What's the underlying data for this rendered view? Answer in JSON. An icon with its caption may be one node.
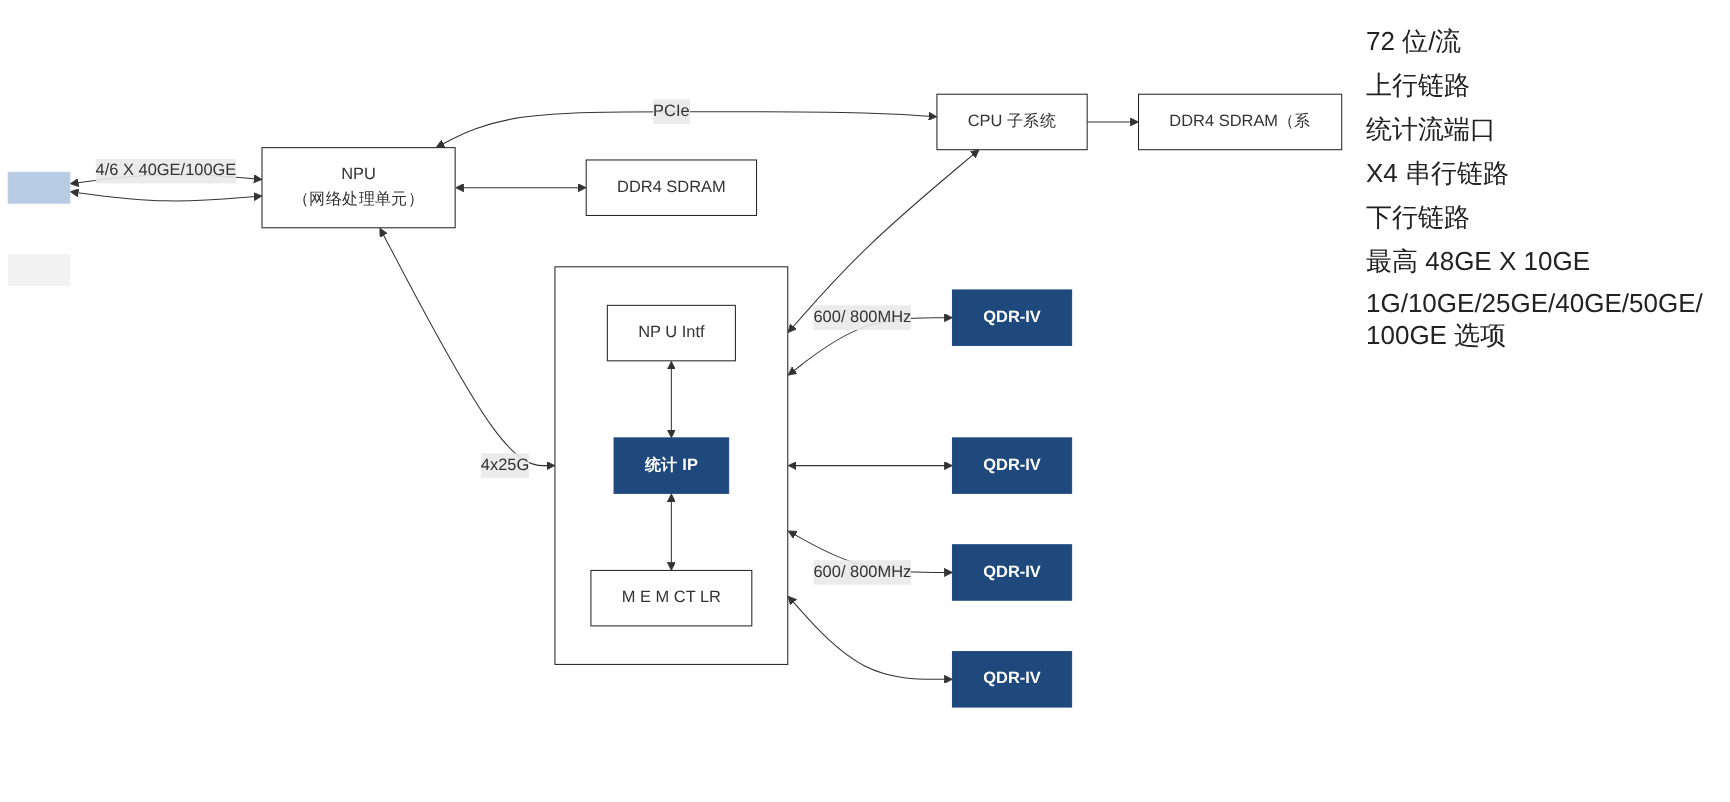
{
  "diagram": {
    "nodes": [
      {
        "text": [],
        "shape": "bar"
      },
      {
        "text": [
          "CPU 子系统"
        ]
      },
      {
        "text": [
          "DDR4 SDRAM（系"
        ]
      },
      {
        "text": [
          "NPU",
          "（网络处理单元）"
        ]
      },
      {
        "text": [
          "DDR4 SDRAM"
        ]
      },
      {
        "text": [],
        "shape": "box"
      },
      {
        "text": [
          "NP U Intf"
        ],
        "in": 5
      },
      {
        "text": [
          "统计 IP"
        ],
        "in": 5
      },
      {
        "text": [
          "M E M CT LR"
        ],
        "in": 5
      },
      {
        "text": [
          "QDR-IV"
        ]
      },
      {
        "text": [
          "QDR-IV"
        ]
      },
      {
        "text": [
          "QDR-IV"
        ]
      },
      {
        "text": [
          "QDR-IV"
        ]
      },
      {
        "text": [],
        "shape": "bar"
      }
    ],
    "edges": [
      {
        "from": 1,
        "to": 2,
        "arrow": "to"
      },
      {
        "from": 3,
        "to": 1,
        "arrow": "both",
        "label": "PCIe"
      },
      {
        "from": 5,
        "to": 1,
        "arrow": "both"
      },
      {
        "from": 0,
        "to": 3,
        "arrow": "both",
        "label": "4/6 X 40GE/100GE"
      },
      {
        "from": 0,
        "to": 3,
        "arrow": "both"
      },
      {
        "from": 3,
        "to": 5,
        "arrow": "both",
        "label": "4x25G"
      },
      {
        "from": 3,
        "to": 4,
        "arrow": "both"
      },
      {
        "from": 6,
        "to": 7,
        "arrow": "both"
      },
      {
        "from": 7,
        "to": 8,
        "arrow": "both"
      },
      {
        "from": 5,
        "to": 9,
        "arrow": "both",
        "label": "600/ 800MHz"
      },
      {
        "from": 5,
        "to": 10,
        "arrow": "both"
      },
      {
        "from": 5,
        "to": 11,
        "arrow": "both",
        "label": "600/ 800MHz"
      },
      {
        "from": 5,
        "to": 12,
        "arrow": "both"
      }
    ],
    "labels": [
      "72 位/流",
      "上行链路",
      "统计流端口",
      "X4 串行链路",
      "下行链路",
      "最高 48GE X 10GE",
      "1G/10GE/25GE/40GE/50GE/100GE 选项"
    ]
  }
}
